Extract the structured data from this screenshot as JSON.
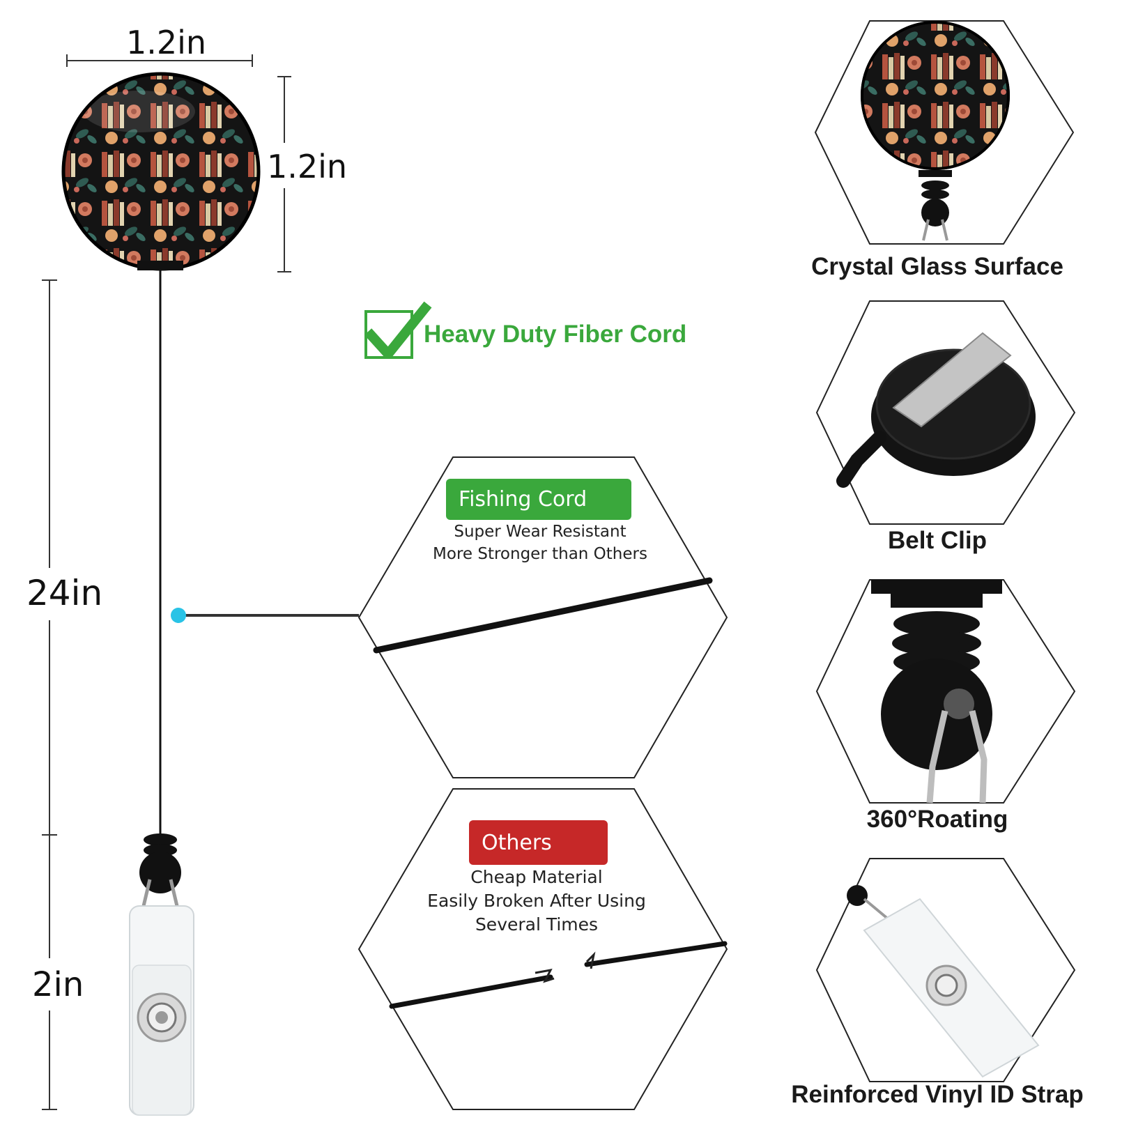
{
  "dimensions": {
    "width_label": "1.2in",
    "height_label": "1.2in",
    "cord_label": "24in",
    "strap_label": "2in"
  },
  "headline": "Heavy Duty Fiber Cord",
  "comparison": {
    "good": {
      "badge": "Fishing Cord",
      "line1": "Super Wear Resistant",
      "line2": "More Stronger than Others"
    },
    "bad": {
      "badge": "Others",
      "line1": "Cheap Material",
      "line2": "Easily Broken After Using",
      "line3": "Several Times"
    }
  },
  "features": [
    {
      "caption": "Crystal Glass Surface",
      "icon": "badge-reel-icon"
    },
    {
      "caption": "Belt Clip",
      "icon": "belt-clip-icon"
    },
    {
      "caption": "360°Roating",
      "icon": "swivel-icon"
    },
    {
      "caption": "Reinforced Vinyl ID Strap",
      "icon": "vinyl-strap-icon"
    }
  ],
  "colors": {
    "green": "#3aa83c",
    "red": "#c62828",
    "accent_dot": "#29c3e6"
  }
}
